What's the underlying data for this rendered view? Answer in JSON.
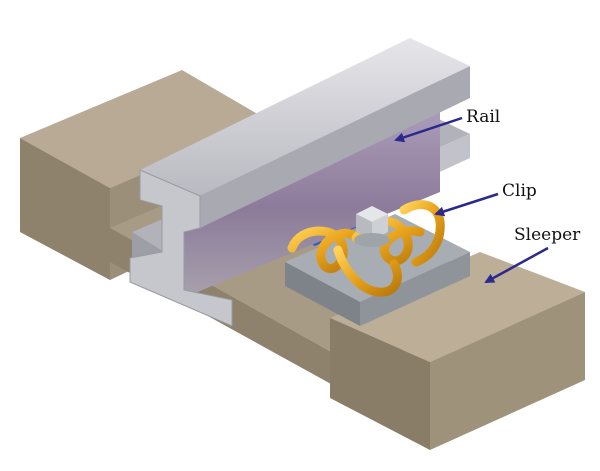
{
  "labels": {
    "rail": "Rail",
    "clip": "Clip",
    "sleeper": "Sleeper"
  },
  "colors": {
    "concrete_top": "#b8aa94",
    "concrete_front": "#9c8f79",
    "concrete_side": "#837763",
    "rail_top": "#d8d8dc",
    "rail_web": "#8f7e9c",
    "rail_light": "#c9c9cf",
    "rail_shadow": "#6f6f78",
    "clip": "#e8a21a",
    "clip_dark": "#b7780c",
    "pad_blue": "#2f5fc9",
    "plate": "#9aa0a6",
    "arrow": "#2b2a8c"
  }
}
